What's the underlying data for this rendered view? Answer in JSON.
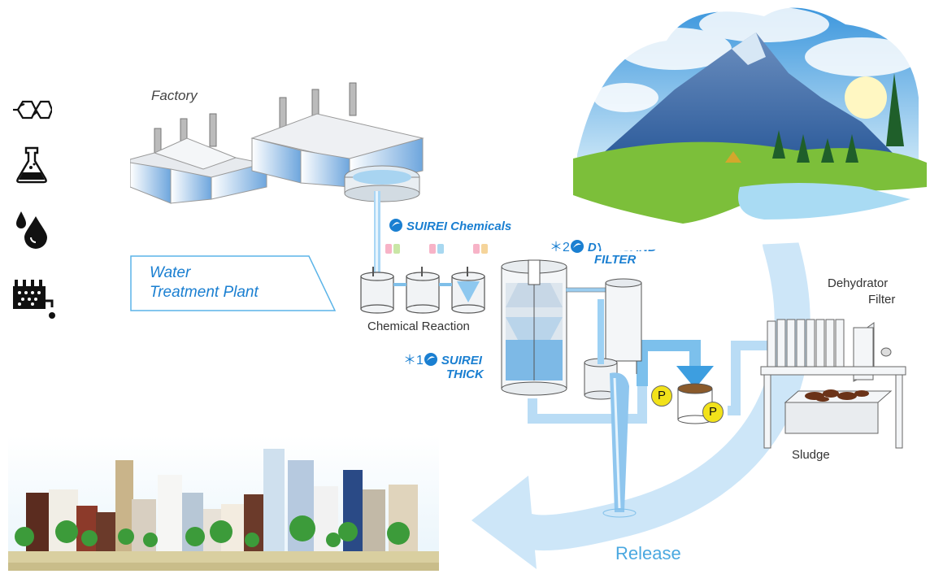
{
  "sidebar": {
    "icons": [
      "molecule-icon",
      "flask-icon",
      "oil-drop-icon",
      "dispenser-icon"
    ]
  },
  "labels": {
    "factory": "Factory",
    "plant_line1": "Water",
    "plant_line2": "Treatment Plant",
    "chemical_reaction": "Chemical Reaction",
    "dehydrator_line1": "Dehydrator",
    "dehydrator_line2": "Filter",
    "sludge": "Sludge",
    "release": "Release",
    "pump": "P"
  },
  "brands": {
    "chemicals": {
      "name": "SUIREI Chemicals"
    },
    "thick": {
      "note": "＊1",
      "line1": "SUIREI",
      "line2": "THICK"
    },
    "filter": {
      "note": "＊2",
      "line1": "DYNASAND",
      "line2": "FILTER"
    }
  },
  "colors": {
    "brand_blue": "#1a7fd1",
    "flow_blue": "#b9dcf5",
    "release_blue": "#4aa8e0",
    "pump_yellow": "#f2e21a",
    "text_gray": "#333333"
  }
}
